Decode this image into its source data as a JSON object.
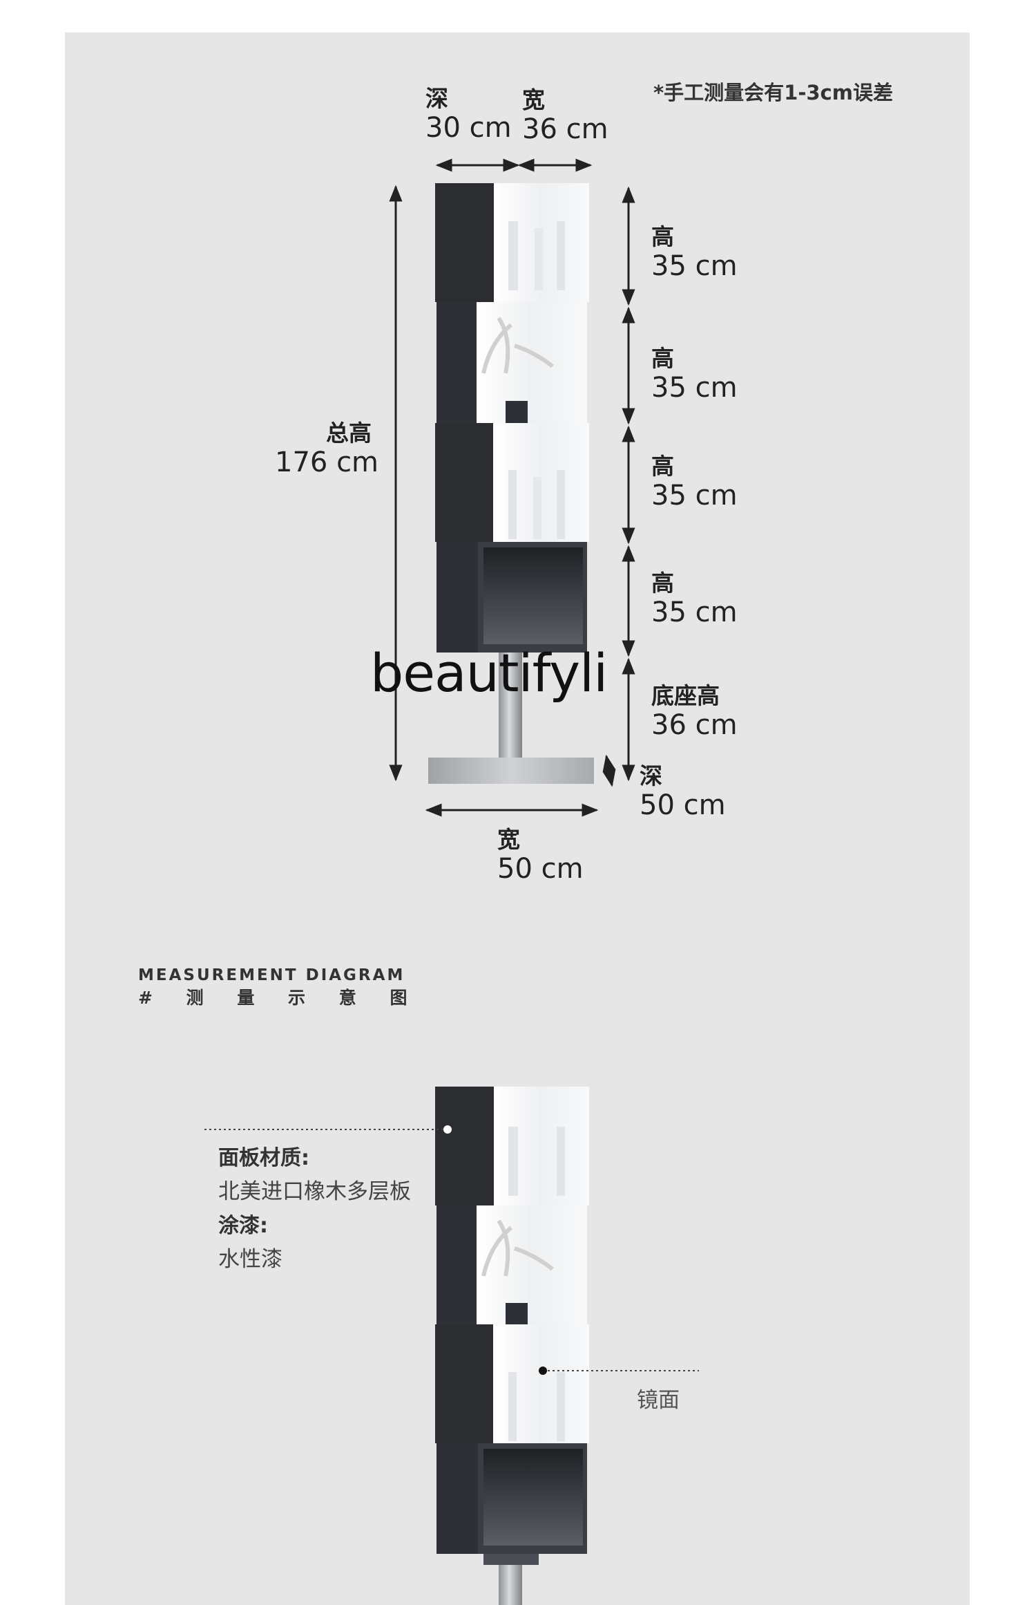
{
  "note": "*手工测量会有1-3cm误差",
  "watermark": "beautifyli",
  "dimensions": {
    "top_depth": {
      "label": "深",
      "value": "30 cm"
    },
    "top_width": {
      "label": "宽",
      "value": "36 cm"
    },
    "total_height": {
      "label": "总高",
      "value": "176 cm"
    },
    "tier_heights": [
      {
        "label": "高",
        "value": "35 cm"
      },
      {
        "label": "高",
        "value": "35 cm"
      },
      {
        "label": "高",
        "value": "35 cm"
      },
      {
        "label": "高",
        "value": "35 cm"
      }
    ],
    "base_height": {
      "label": "底座高",
      "value": "36 cm"
    },
    "base_depth": {
      "label": "深",
      "value": "50 cm"
    },
    "base_width": {
      "label": "宽",
      "value": "50 cm"
    }
  },
  "diagram_heading": {
    "english": "MEASUREMENT DIAGRAM",
    "chinese": "# 测 量 示 意 图"
  },
  "materials": {
    "panel_label": "面板材质:",
    "panel_value": "北美进口橡木多层板",
    "paint_label": "涂漆:",
    "paint_value": "水性漆",
    "mirror_label": "镜面"
  },
  "colors": {
    "background": "#e6e6e6",
    "dark_wood": "#2b2d31",
    "mirror": "#f4f5f6",
    "steel": "#b9bcc0"
  }
}
